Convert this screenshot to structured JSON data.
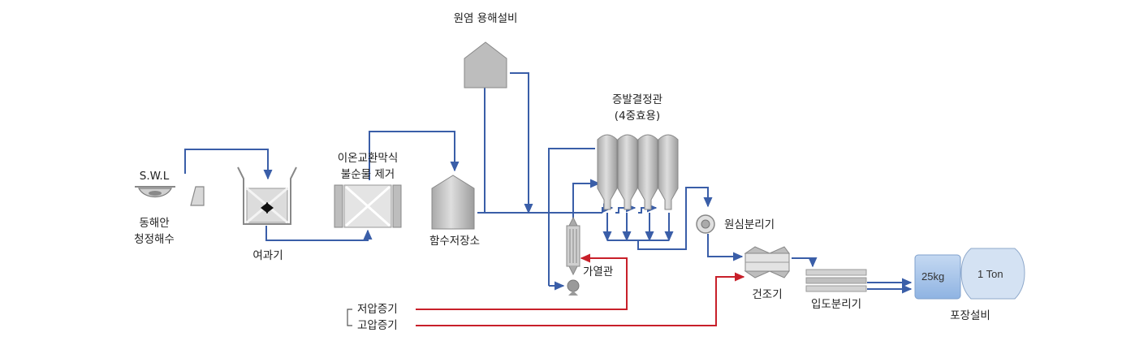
{
  "labels": {
    "swl": "S.W.L",
    "source": [
      "동해안",
      "청정해수"
    ],
    "filter": "여과기",
    "ion_exchange": [
      "이온교환막식",
      "불순물 제거"
    ],
    "brine_storage": "함수저장소",
    "salt_dissolution": "원염 용해설비",
    "evaporator": [
      "증발결정관",
      "(4중효용)"
    ],
    "centrifuge": "원심분리기",
    "heater": "가열관",
    "dryer": "건조기",
    "sieve": "입도분리기",
    "packaging": "포장설비",
    "low_pressure_steam": "저압증기",
    "high_pressure_steam": "고압증기"
  },
  "packages": {
    "small": "25kg",
    "large": "1 Ton"
  },
  "colors": {
    "process_line": "#3a5ea8",
    "steam_line": "#c8202a",
    "equipment_fill": "#b5b5b5",
    "equipment_light": "#e2e2e2"
  }
}
